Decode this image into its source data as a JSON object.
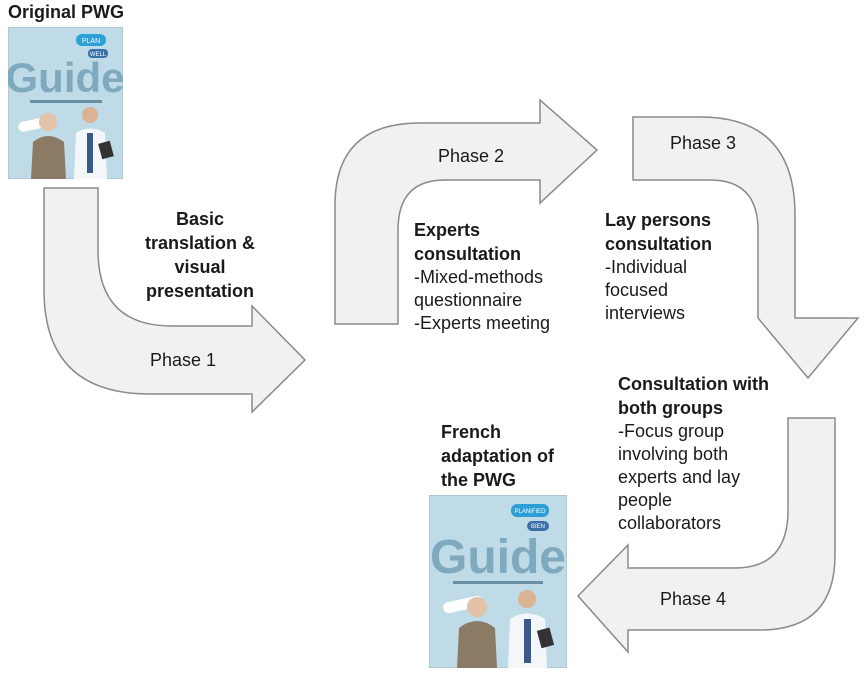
{
  "original_label": "Original PWG",
  "french_label_lines": [
    "French",
    "adaptation of",
    "the PWG"
  ],
  "cover_top": {
    "title": "Guide",
    "badge1": "PLAN",
    "badge2": "WELL"
  },
  "cover_bottom": {
    "title": "Guide",
    "badge1": "PLANIFIED",
    "badge2": "BIEN"
  },
  "phase1": {
    "label": "Phase 1",
    "title_lines": [
      "Basic",
      "translation &",
      "visual",
      "presentation"
    ]
  },
  "phase2": {
    "label": "Phase 2",
    "title_lines": [
      "Experts",
      "consultation"
    ],
    "detail_lines": [
      "-Mixed-methods",
      "questionnaire",
      "-Experts meeting"
    ]
  },
  "phase3": {
    "label": "Phase 3",
    "title_lines": [
      "Lay persons",
      "consultation"
    ],
    "detail_lines": [
      "-Individual",
      "focused",
      "interviews"
    ]
  },
  "phase4": {
    "label": "Phase 4",
    "title_lines": [
      "Consultation with",
      "both groups"
    ],
    "detail_lines": [
      "-Focus group",
      "involving both",
      "experts and lay",
      "people",
      "collaborators"
    ]
  },
  "colors": {
    "arrow_fill": "#f1f1f1",
    "arrow_stroke": "#8a8a8a",
    "cover_bg": "#bfdbe7",
    "badge": "#2c9fd6"
  }
}
